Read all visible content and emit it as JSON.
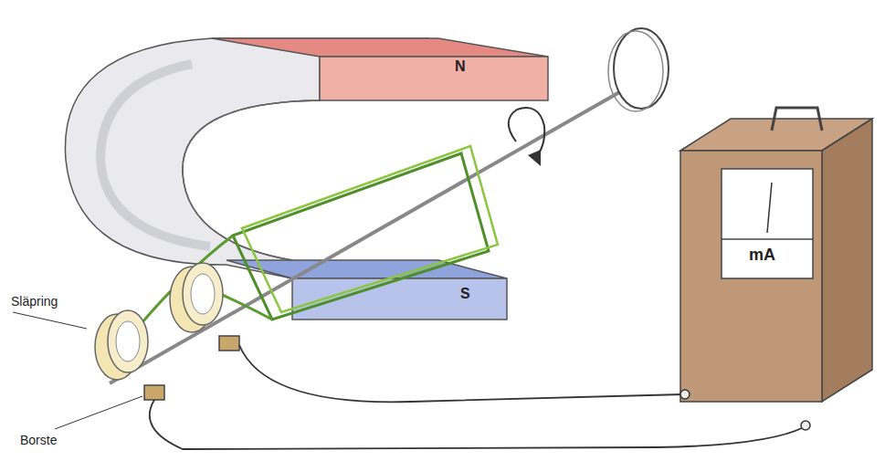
{
  "diagram": {
    "nodes": [
      {
        "text": [
          "N"
        ]
      },
      {
        "text": [
          "S"
        ]
      },
      {
        "text": [
          "mA"
        ]
      }
    ],
    "labels": [
      "Släpring",
      "Borste"
    ]
  }
}
